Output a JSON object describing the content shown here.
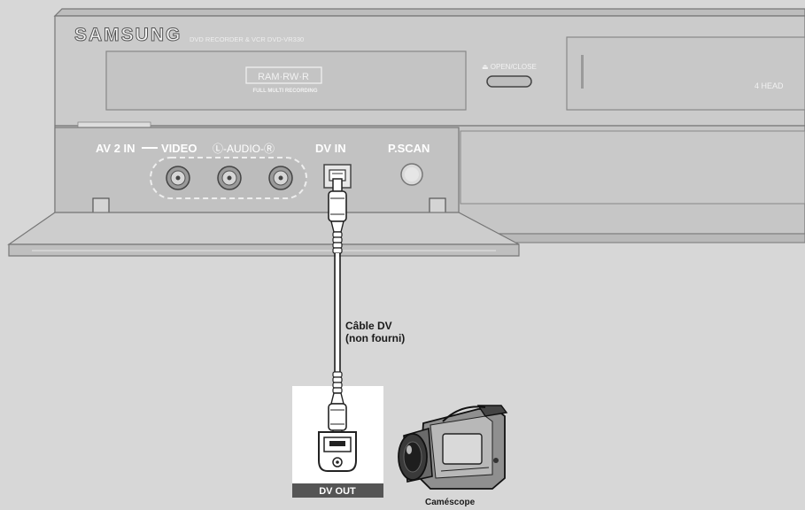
{
  "device": {
    "brand": "SAMSUNG",
    "model_text": "DVD RECORDER & VCR  DVD-VR330",
    "disc_logo": "RAM·RW·R",
    "disc_logo_sub": "FULL MULTI RECORDING",
    "open_close_label": "⏏ OPEN/CLOSE",
    "vcr_label": "4 HEAD"
  },
  "front_panel": {
    "av2in_label": "AV 2 IN",
    "video_label": "VIDEO",
    "audio_label": "Ⓛ-AUDIO-Ⓡ",
    "dvin_label": "DV IN",
    "pscan_label": "P.SCAN"
  },
  "cable": {
    "label_line1": "Câble DV",
    "label_line2": "(non fourni)"
  },
  "camcorder": {
    "port_label": "DV OUT",
    "device_label": "Caméscope"
  },
  "colors": {
    "background": "#d7d7d7",
    "device_body": "#c8c8c8",
    "device_outline": "#777777",
    "label_dark": "#2a2a2a",
    "label_light": "#ffffff",
    "port_label_bg": "#555555"
  }
}
